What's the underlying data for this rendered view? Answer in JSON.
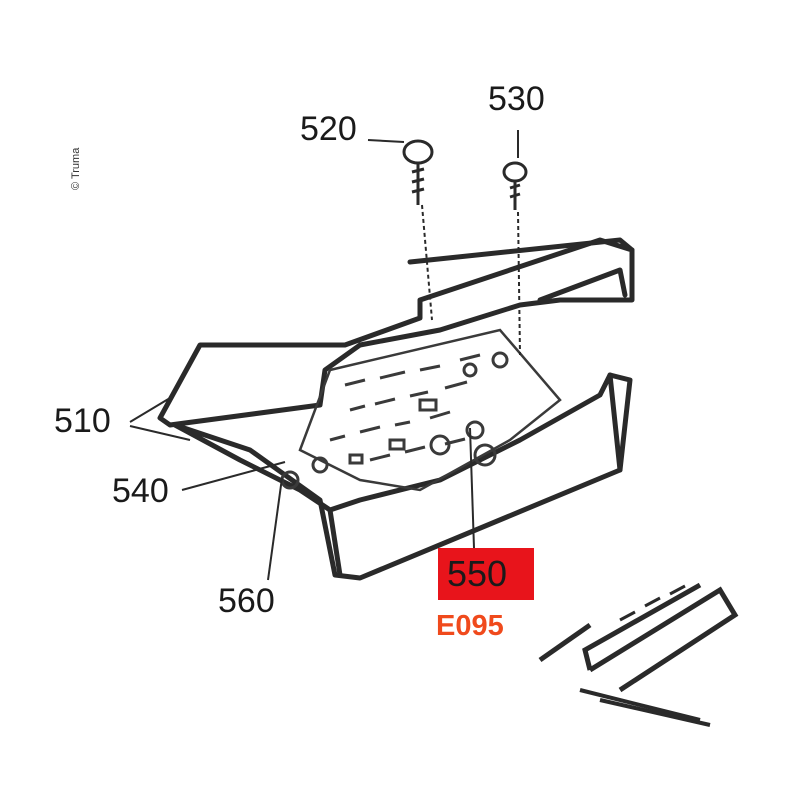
{
  "copyright": "© Truma",
  "callouts": {
    "c510": "510",
    "c520": "520",
    "c530": "530",
    "c540": "540",
    "c550": "550",
    "c560": "560"
  },
  "highlight": {
    "part_number": "550",
    "error_code": "E095",
    "box_color": "#e8141b",
    "code_color": "#f04a1c"
  }
}
